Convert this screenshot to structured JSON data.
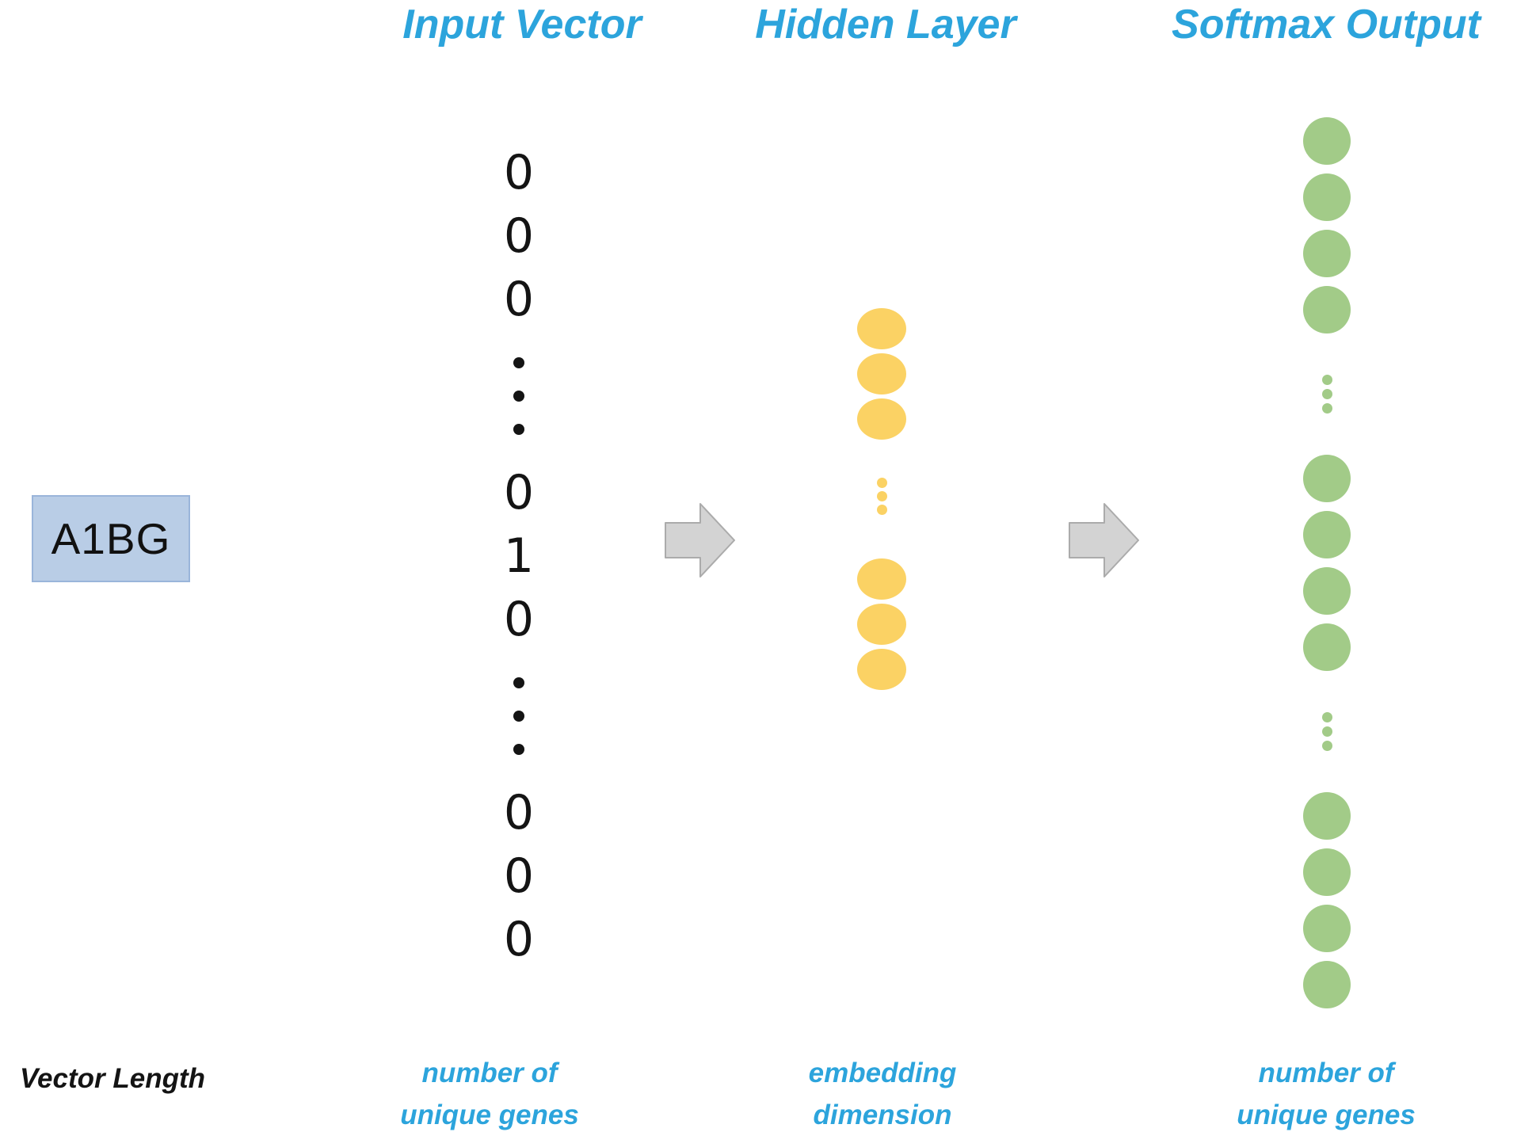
{
  "headers": {
    "input": "Input Vector",
    "hidden": "Hidden Layer",
    "output": "Softmax Output"
  },
  "gene_label": "A1BG",
  "input_vector": {
    "items": [
      "0",
      "0",
      "0",
      "⋮",
      "0",
      "1",
      "0",
      "⋮",
      "0",
      "0",
      "0"
    ]
  },
  "hidden_layer": {
    "structure": [
      {
        "type": "nodes",
        "count": 3
      },
      {
        "type": "ellipsis",
        "count": 3
      },
      {
        "type": "nodes",
        "count": 3
      }
    ]
  },
  "softmax_output": {
    "structure": [
      {
        "type": "nodes",
        "count": 4
      },
      {
        "type": "ellipsis",
        "count": 3
      },
      {
        "type": "nodes",
        "count": 4
      },
      {
        "type": "ellipsis",
        "count": 3
      },
      {
        "type": "nodes",
        "count": 4
      }
    ]
  },
  "footer": {
    "vector_length": "Vector Length",
    "input_caption": [
      "number of",
      "unique genes"
    ],
    "hidden_caption": [
      "embedding",
      "dimension"
    ],
    "output_caption": [
      "number of",
      "unique genes"
    ]
  },
  "colors": {
    "accent_blue": "#2CA4DC",
    "node_yellow": "#FBD264",
    "node_green": "#A2CB88",
    "gene_box_fill": "#B9CDE6",
    "gene_box_border": "#9AB5DA",
    "arrow_fill": "#D3D3D3",
    "arrow_border": "#ABABAB",
    "digit_black": "#141414"
  }
}
